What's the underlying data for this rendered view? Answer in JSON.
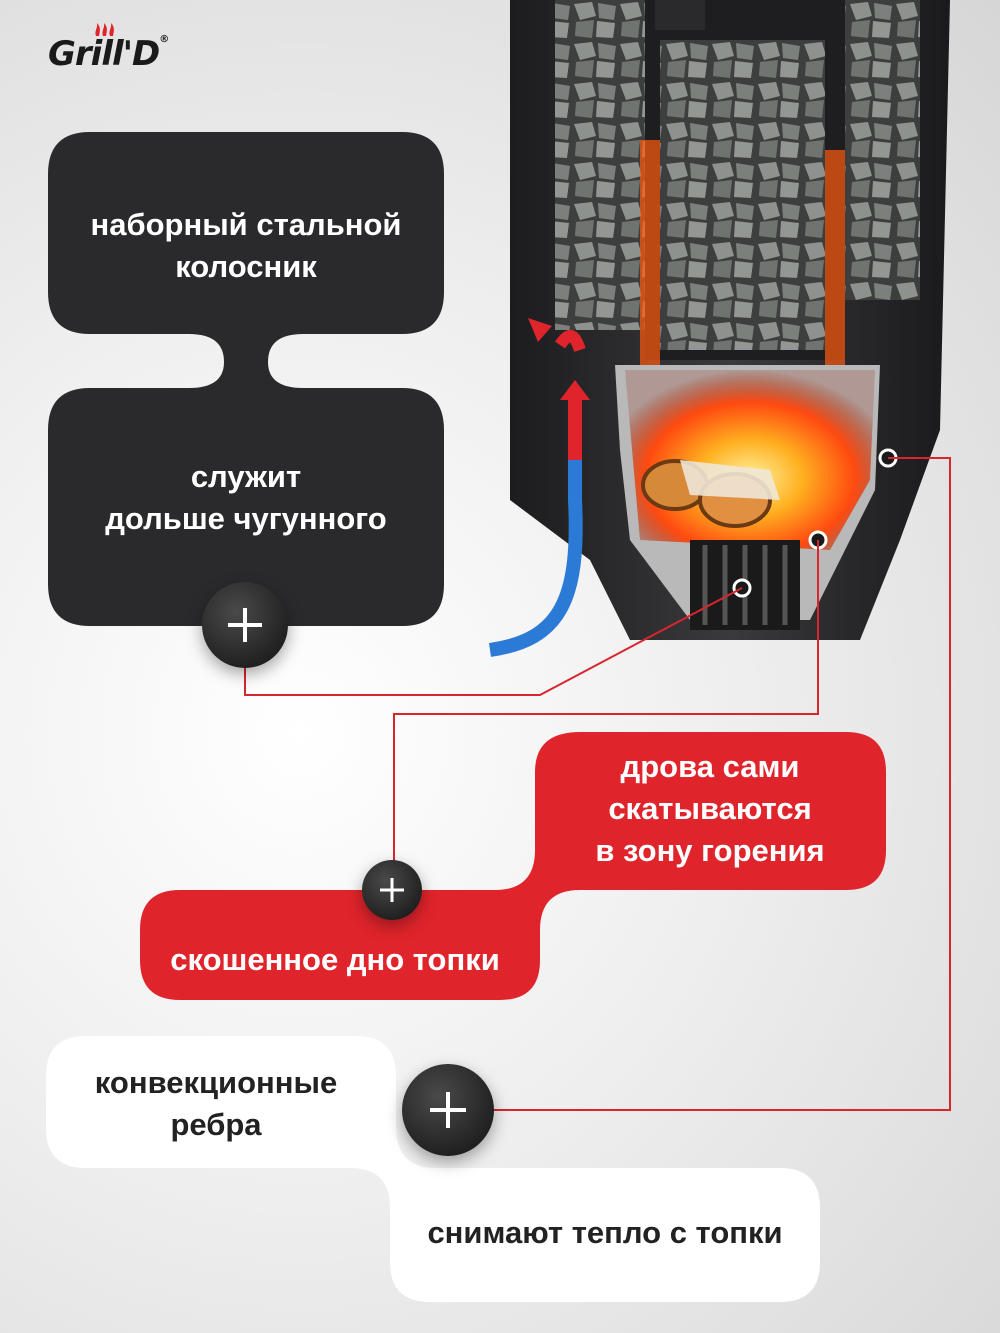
{
  "brand": {
    "logo_text": "Grill'D",
    "logo_mark": "®"
  },
  "cards": {
    "grate_title": [
      "наборный стальной",
      "колосник"
    ],
    "grate_benefit": [
      "служит",
      "дольше чугунного"
    ],
    "slope_benefit": [
      "дрова сами",
      "скатываются",
      "в зону горения"
    ],
    "slope_title": [
      "скошенное дно топки"
    ],
    "fins_title": [
      "конвекционные",
      "ребра"
    ],
    "fins_benefit": [
      "снимают тепло с топки"
    ]
  },
  "colors": {
    "dark": "#2a2a2c",
    "red": "#e0242b",
    "white": "#ffffff",
    "line": "#d8262e",
    "airflow_hot": "#e0242b",
    "airflow_cold": "#2b7bd6"
  },
  "icons": [
    "plus-icon",
    "flame-icon",
    "airflow-arrow-icon"
  ]
}
